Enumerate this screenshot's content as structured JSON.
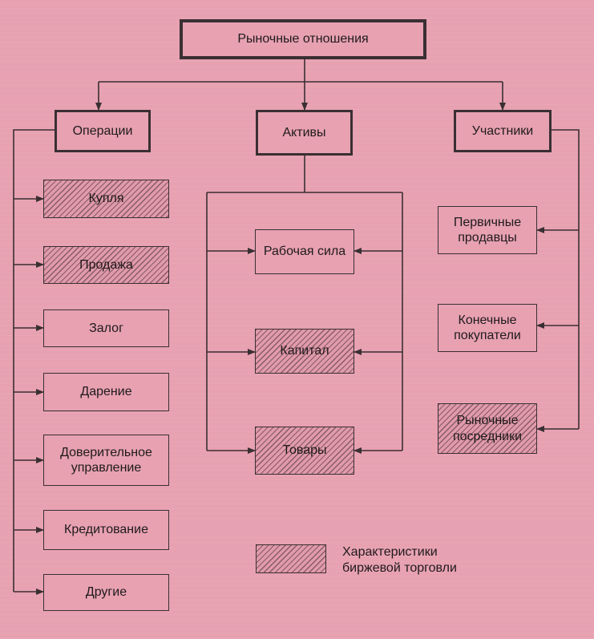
{
  "root": {
    "label": "Рыночные отношения"
  },
  "operations": {
    "header": "Операции",
    "items": [
      {
        "label": "Купля",
        "exchange": true
      },
      {
        "label": "Продажа",
        "exchange": true
      },
      {
        "label": "Залог",
        "exchange": false
      },
      {
        "label": "Дарение",
        "exchange": false
      },
      {
        "label": "Доверительное управление",
        "exchange": false
      },
      {
        "label": "Кредитование",
        "exchange": false
      },
      {
        "label": "Другие",
        "exchange": false
      }
    ]
  },
  "assets": {
    "header": "Активы",
    "items": [
      {
        "label": "Рабочая сила",
        "exchange": false
      },
      {
        "label": "Капитал",
        "exchange": true
      },
      {
        "label": "Товары",
        "exchange": true
      }
    ]
  },
  "participants": {
    "header": "Участники",
    "items": [
      {
        "label": "Первичные продавцы",
        "exchange": false
      },
      {
        "label": "Конечные покупатели",
        "exchange": false
      },
      {
        "label": "Рыночные посредники",
        "exchange": true
      }
    ]
  },
  "legend": {
    "label": "Характеристики биржевой торговли"
  },
  "colors": {
    "background": "#e7a1b1",
    "ink": "#3a2f33"
  }
}
